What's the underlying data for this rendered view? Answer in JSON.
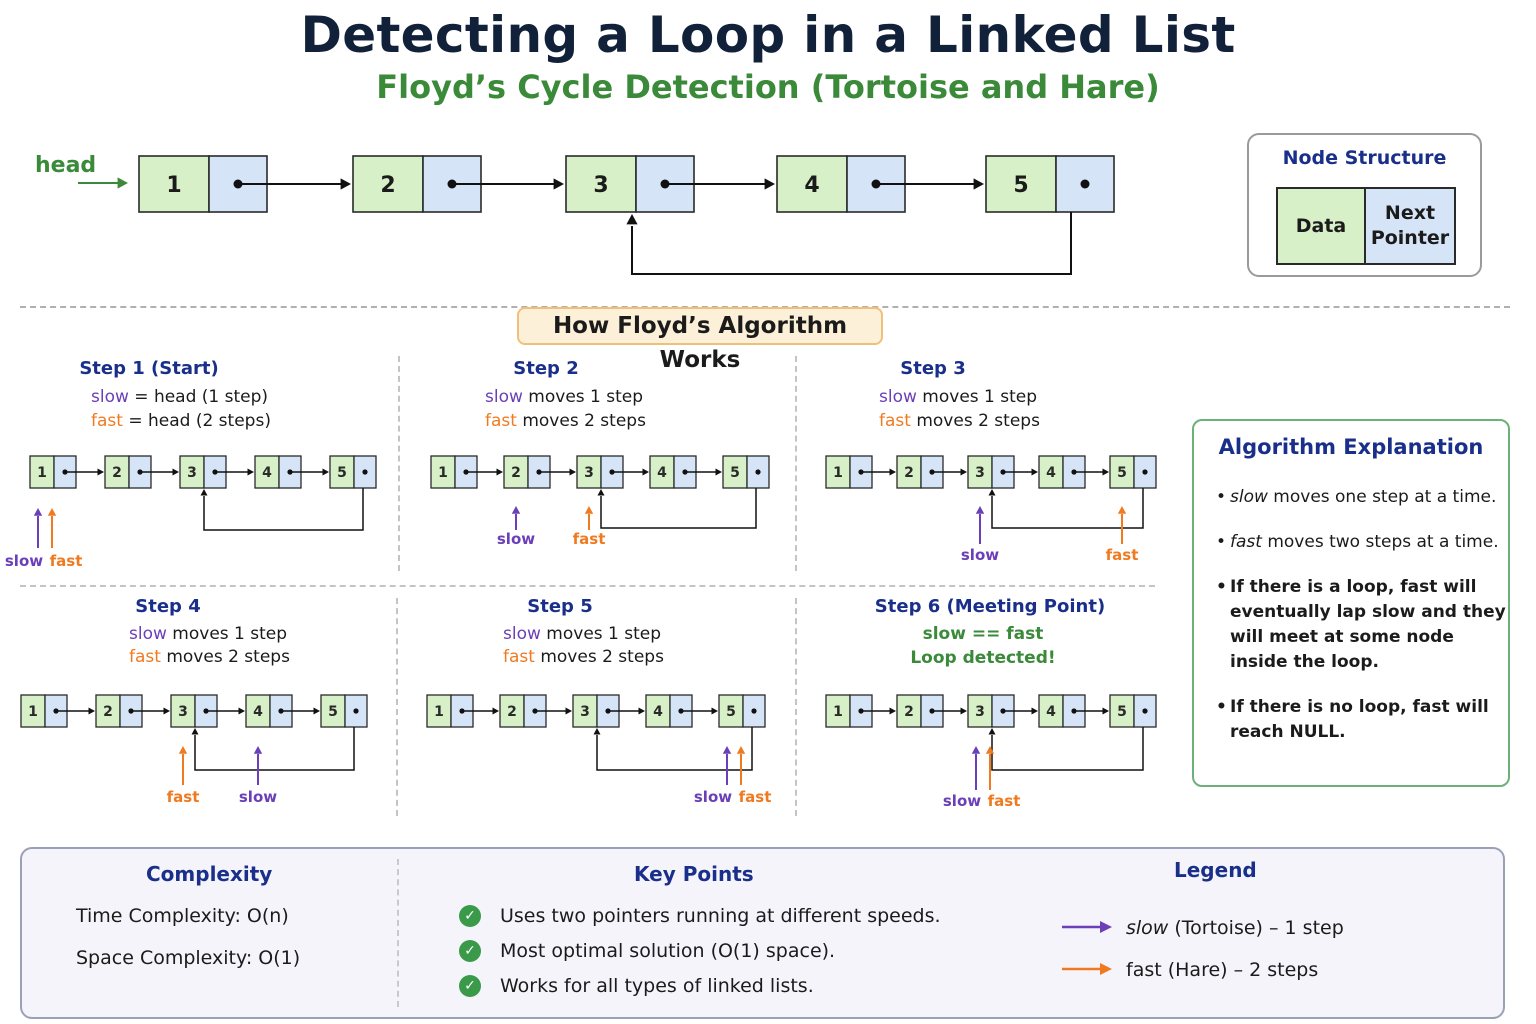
{
  "title": "Detecting a Loop in a Linked List",
  "subtitle": "Floyd’s Cycle Detection (Tortoise and Hare)",
  "main_list": {
    "head_label": "head",
    "nodes": [
      "1",
      "2",
      "3",
      "4",
      "5"
    ],
    "loop_from": "5",
    "loop_to": "3"
  },
  "node_structure": {
    "title": "Node Structure",
    "data_label": "Data",
    "next_label": "Next\nPointer"
  },
  "how_title": "How Floyd’s Algorithm Works",
  "steps": [
    {
      "title": "Step 1 (Start)",
      "line1_kw": "slow",
      "line1_rest": " = head (1 step)",
      "line2_kw": "fast",
      "line2_rest": " = head (2 steps)",
      "slow_at": "1",
      "fast_at": "1"
    },
    {
      "title": "Step 2",
      "line1_kw": "slow",
      "line1_rest": " moves 1 step",
      "line2_kw": "fast",
      "line2_rest": " moves 2 steps",
      "slow_at": "2",
      "fast_at": "3"
    },
    {
      "title": "Step 3",
      "line1_kw": "slow",
      "line1_rest": " moves 1 step",
      "line2_kw": "fast",
      "line2_rest": " moves 2 steps",
      "slow_at": "3",
      "fast_at": "5"
    },
    {
      "title": "Step 4",
      "line1_kw": "slow",
      "line1_rest": " moves 1 step",
      "line2_kw": "fast",
      "line2_rest": " moves 2 steps",
      "slow_at": "4",
      "fast_at": "3"
    },
    {
      "title": "Step 5",
      "line1_kw": "slow",
      "line1_rest": " moves 1 step",
      "line2_kw": "fast",
      "line2_rest": " moves 2 steps",
      "slow_at": "5",
      "fast_at": "5"
    },
    {
      "title": "Step 6 (Meeting Point)",
      "line1": "slow == fast",
      "line2": "Loop detected!",
      "slow_at": "3",
      "fast_at": "3"
    }
  ],
  "pointer_labels": {
    "slow": "slow",
    "fast": "fast"
  },
  "algorithm": {
    "title": "Algorithm Explanation",
    "items": [
      {
        "kw": "slow",
        "rest": " moves one step at a time."
      },
      {
        "kw": "fast",
        "rest": " moves two steps at a time."
      },
      {
        "text": "If there is a loop, fast will eventually lap slow and they will meet at some node inside the loop."
      },
      {
        "text": "If there is no loop, fast will reach NULL."
      }
    ]
  },
  "complexity": {
    "title": "Complexity",
    "time": "Time Complexity: O(n)",
    "space": "Space Complexity: O(1)"
  },
  "key_points": {
    "title": "Key Points",
    "items": [
      "Uses two pointers running at different speeds.",
      "Most optimal solution (O(1) space).",
      "Works for all types of linked lists."
    ]
  },
  "legend": {
    "title": "Legend",
    "slow_kw": "slow",
    "slow_rest": " (Tortoise) – 1 step",
    "fast_text": "fast (Hare) – 2 steps"
  },
  "colors": {
    "data_fill": "#d8f0c8",
    "ptr_fill": "#d6e4f8",
    "slow": "#6a3fb8",
    "fast": "#f07a20",
    "head": "#3a8a3a",
    "title": "#12213a",
    "heading_blue": "#1a2f8a"
  }
}
